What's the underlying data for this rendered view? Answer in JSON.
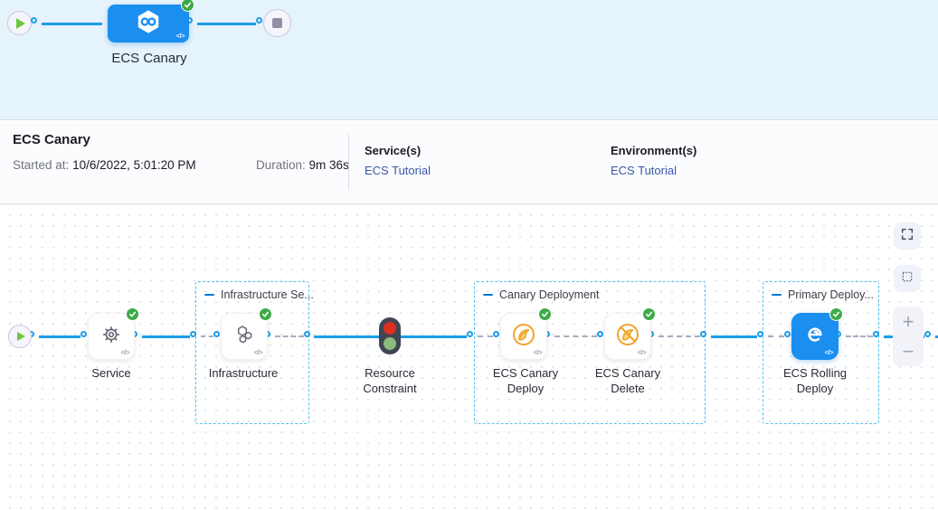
{
  "colors": {
    "accent_blue": "#1b8ff0",
    "line_blue": "#1b9de8",
    "link_blue": "#3a57a8",
    "success_green": "#3eaa47",
    "canary_amber": "#f0a32a",
    "group_border": "#57c0ef",
    "strip_background": "#e5f3fb"
  },
  "stage_strip": {
    "stage_label": "ECS Canary"
  },
  "summary": {
    "title": "ECS Canary",
    "started_label": "Started at:",
    "started_value": "10/6/2022, 5:01:20 PM",
    "duration_label": "Duration:",
    "duration_value": "9m 36s",
    "services_label": "Service(s)",
    "services_value": "ECS Tutorial",
    "environments_label": "Environment(s)",
    "environments_value": "ECS Tutorial"
  },
  "graph": {
    "groups": [
      {
        "label": "Infrastructure Se..."
      },
      {
        "label": "Canary Deployment"
      },
      {
        "label": "Primary Deploy..."
      }
    ],
    "nodes": [
      {
        "label": "Service"
      },
      {
        "label": "Infrastructure"
      },
      {
        "label": "Resource Constraint"
      },
      {
        "label": "ECS Canary Deploy"
      },
      {
        "label": "ECS Canary Delete"
      },
      {
        "label": "ECS Rolling Deploy"
      }
    ],
    "code_glyph": "</>",
    "zoom_in": "+",
    "zoom_out": "−"
  }
}
